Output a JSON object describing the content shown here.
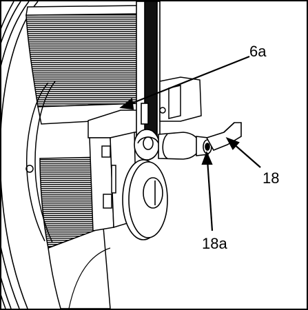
{
  "callouts": {
    "part_6a": "6a",
    "part_18": "18",
    "part_18a": "18a"
  },
  "colors": {
    "line": "#000000",
    "background": "#ffffff",
    "hatch": "#1a1a1a",
    "frame_fill": "#ffffff"
  }
}
